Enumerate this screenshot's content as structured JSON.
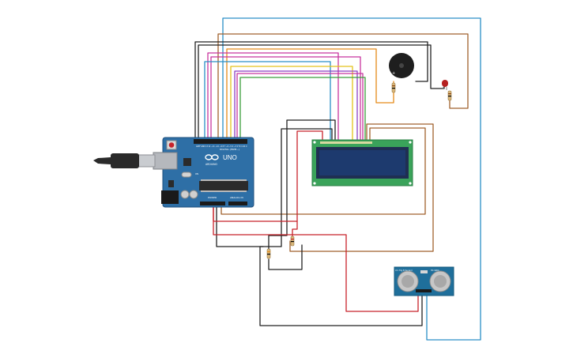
{
  "arduino": {
    "logo_text": "UNO",
    "brand_text": "ARDUINO",
    "power_label": "POWER",
    "analog_label": "ANALOG IN",
    "digital_label": "DIGITAL (PWM~)",
    "pin_top_label": "AREF GND 13 12 ~11 ~10 ~9 8 7 ~6 ~5 4 ~3 2 TX 1 RX 0",
    "on_label": "ON"
  },
  "sensor": {
    "label_left": "Vcc Trig Echo Gnd",
    "label_right": "HC-SR04"
  },
  "colors": {
    "board": "#2e6fa6",
    "board_dark": "#24598a",
    "lcd_pcb": "#3aa35a",
    "lcd_screen": "#1d3a6e",
    "wire_black": "#222222",
    "wire_red": "#c8232b",
    "wire_brown": "#a0622d",
    "wire_blue": "#2a8fc7",
    "wire_orange": "#e58a19",
    "wire_magenta": "#c8359f",
    "wire_yellow": "#e3c21a",
    "wire_green": "#3a9e3a",
    "wire_purple": "#8a3fc2"
  }
}
